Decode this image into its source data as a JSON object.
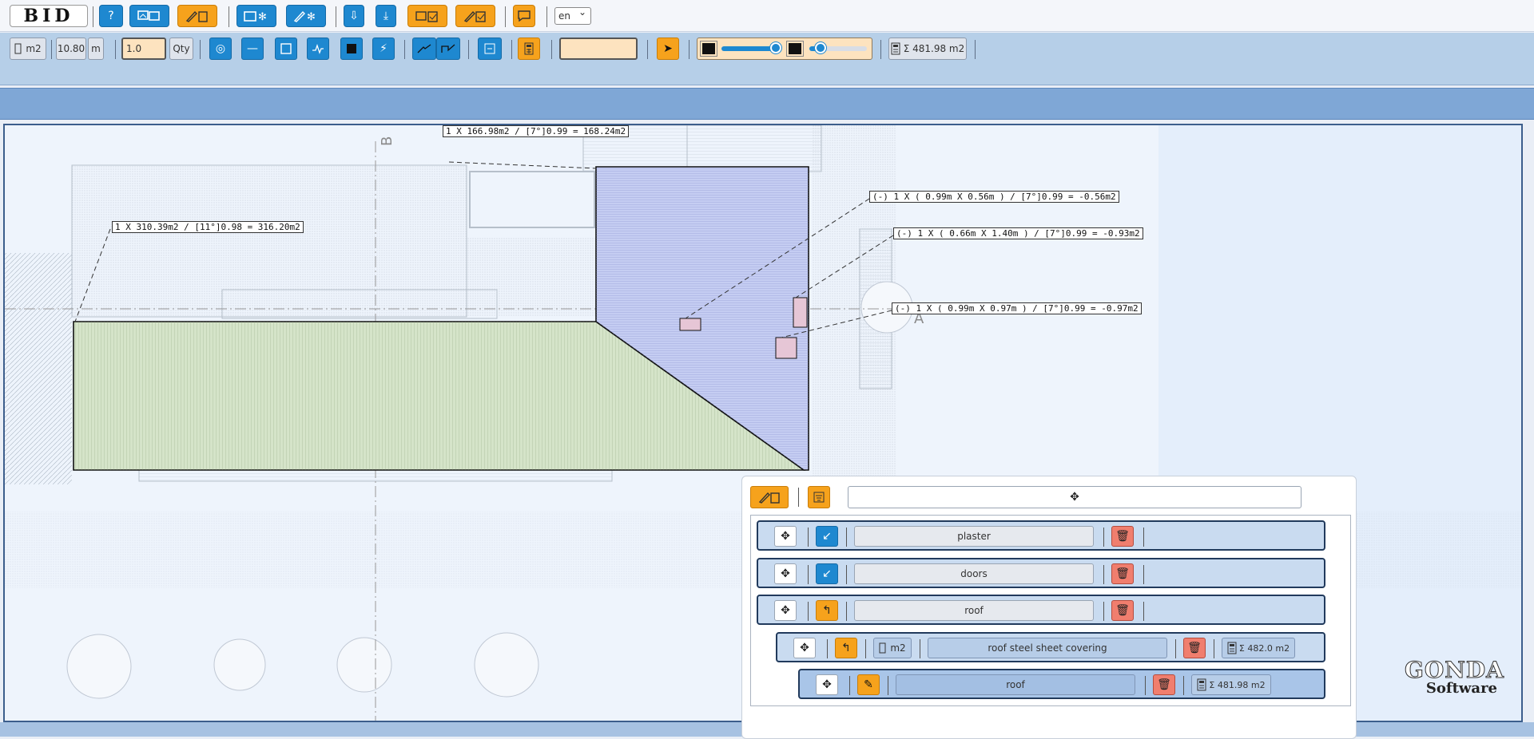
{
  "app": {
    "logo": "BID",
    "language": "en"
  },
  "toolbar2": {
    "unit_area": "m2",
    "length_value": "10.80",
    "unit_length": "m",
    "qty_value": "1.0",
    "qty_label": "Qty",
    "total": "Σ 481.98 m2",
    "slider1_level": 0.92,
    "slider2_level": 0.2
  },
  "drawing": {
    "labels": [
      "1 X 166.98m2 / [7°]0.99 = 168.24m2",
      "(-) 1 X ( 0.99m X 0.56m ) / [7°]0.99 = -0.56m2",
      "(-) 1 X ( 0.66m X 1.40m ) / [7°]0.99 = -0.93m2",
      "(-) 1 X ( 0.99m X 0.97m ) / [7°]0.99 = -0.97m2",
      "1 X 310.39m2 / [11°]0.98 = 316.20m2"
    ],
    "axis_b": "B",
    "axis_a": "A"
  },
  "panel": {
    "rows": [
      {
        "name": "plaster",
        "arrow": "blue"
      },
      {
        "name": "doors",
        "arrow": "blue"
      },
      {
        "name": "roof",
        "arrow": "orange"
      }
    ],
    "sub_row": {
      "unit": "m2",
      "name": "roof steel sheet covering",
      "total": "Σ 482.0 m2"
    },
    "sub_sub_row": {
      "name": "roof",
      "total": "Σ 481.98 m2"
    }
  },
  "brand": {
    "line1": "GONDA",
    "line2": "Software"
  },
  "colors": {
    "accent_blue": "#1e88d0",
    "accent_orange": "#f6a21c",
    "danger": "#f07e6e",
    "roof_fill": "#c5cdf2",
    "wall_fill": "#d5e4c9"
  }
}
